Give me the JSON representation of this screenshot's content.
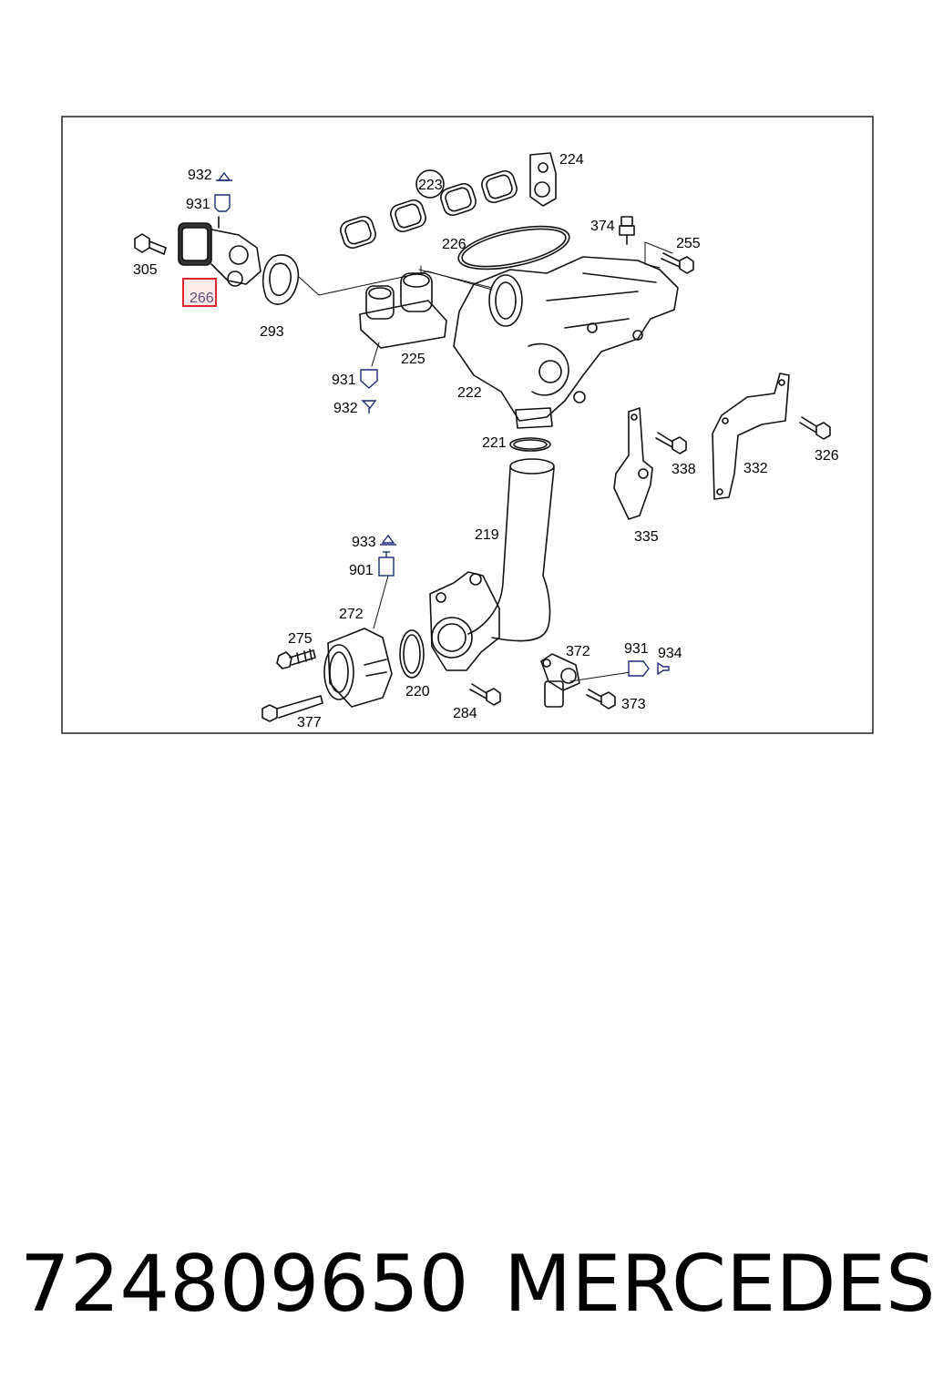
{
  "diagram": {
    "labels": {
      "p932a": "932",
      "p931a": "931",
      "p305": "305",
      "p266": "266",
      "p293": "293",
      "p223": "223",
      "p224": "224",
      "p226": "226",
      "p374": "374",
      "p255": "255",
      "p225": "225",
      "p931b": "931",
      "p932b": "932",
      "p222": "222",
      "p221": "221",
      "p219": "219",
      "p338": "338",
      "p332": "332",
      "p326": "326",
      "p335": "335",
      "p933": "933",
      "p901": "901",
      "p272": "272",
      "p275": "275",
      "p377": "377",
      "p220": "220",
      "p284": "284",
      "p372": "372",
      "p931c": "931",
      "p934": "934",
      "p373": "373"
    },
    "highlight_color": "#e0262d",
    "line_color": "#111111",
    "connector_color": "#1c2a7a"
  },
  "footer": {
    "part_number": "724809650",
    "brand": "MERCEDES"
  }
}
